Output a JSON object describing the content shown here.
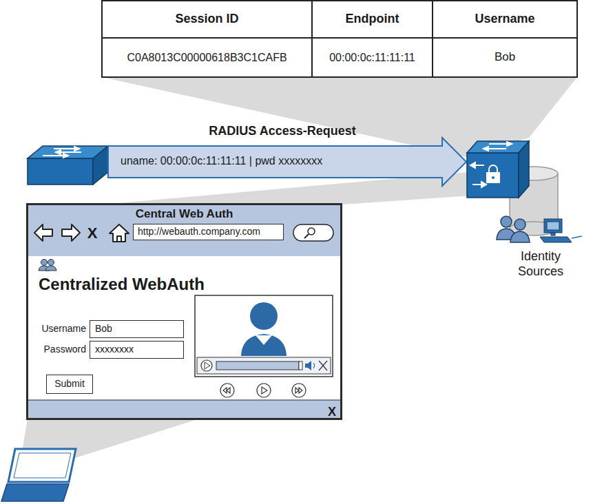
{
  "diagram": {
    "nodes": [
      {
        "text": [
          "RADIUS Access-Request",
          "uname: 00:00:0c:11:11:11 | pwd xxxxxxxx"
        ]
      },
      {
        "text": [
          "Identity Sources"
        ]
      },
      {
        "text": [
          "Central Web Auth"
        ]
      },
      {
        "text": [
          "http://webauth.company.com"
        ],
        "in": 2
      },
      {
        "text": [
          "Username",
          "Bob"
        ],
        "in": 2
      },
      {
        "text": [
          "Password",
          "xxxxxxxx"
        ],
        "in": 2
      },
      {
        "text": [
          "Submit"
        ],
        "in": 2
      }
    ],
    "labels": [
      "Session ID",
      "Endpoint",
      "Username",
      "C0A8013C00000618B3C1CAFB",
      "00:00:0c:11:11:11",
      "Bob",
      "X",
      "Centralized WebAuth",
      "X"
    ]
  }
}
